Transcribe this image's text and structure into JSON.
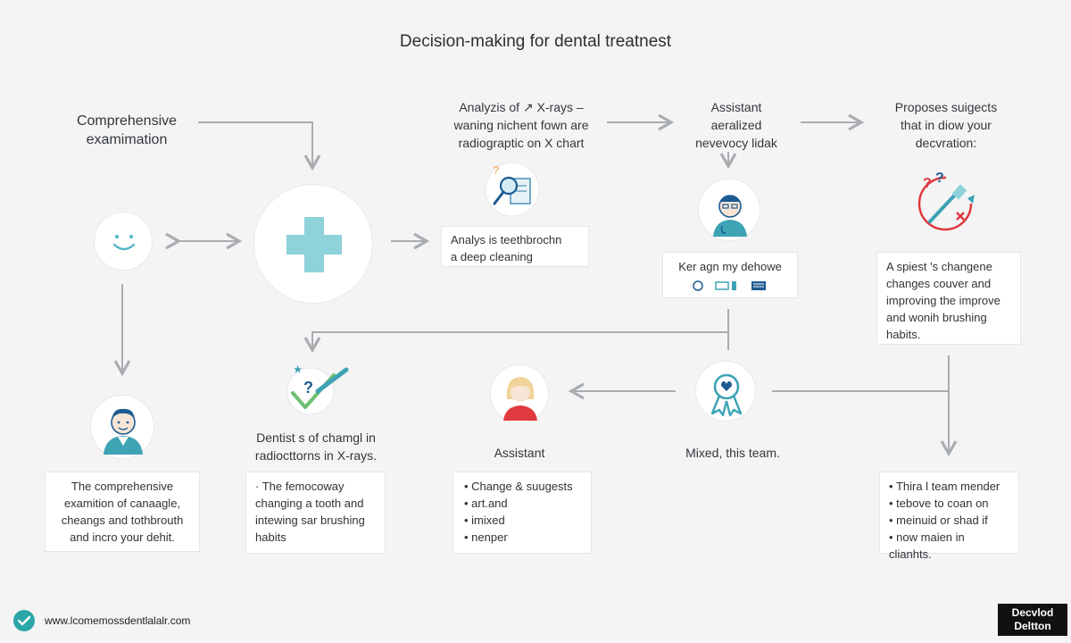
{
  "title": "Decision-making for dental treatnest",
  "nodes": {
    "exam_label": [
      "Comprehensive",
      "examimation"
    ],
    "xray_label": [
      "Analyzis of ↗ X-rays –",
      "waning nichent fown are",
      "radiograptic on X chart"
    ],
    "xray_box": [
      "Analys is teethbrochn",
      "a deep cleaning"
    ],
    "assistant_top_label": [
      "Assistant",
      "aeralized",
      "nevevocy lidak"
    ],
    "assistant_box": "Ker agn my dehowe",
    "proposes_label": [
      "Proposes suigects",
      "that in diow your",
      "decvration:"
    ],
    "proposes_box": [
      "A spiest 's changene",
      "changes couver and",
      "improving the improve",
      "and wonih brushing",
      "habits."
    ],
    "exam_box": [
      "The comprehensive",
      "examition of canaagle,",
      "cheangs and tothbrouth",
      "and incro your dehit."
    ],
    "dentist_label": [
      "Dentist s of chamgl in",
      "radiocttorns in X-rays."
    ],
    "dentist_box": [
      "· The femocoway",
      "changing a tooth and",
      "intewing sar brushing",
      "habits"
    ],
    "assistant_mid_label": "Assistant",
    "assistant_mid_box": [
      "Change & suugests",
      "art.and",
      "imixed",
      "nenper"
    ],
    "team_label": "Mixed, this team.",
    "team_box": [
      "Thira l team mender",
      "tebove to coan on",
      "meinuid or shad if",
      "now maien in clianhts."
    ]
  },
  "icons": {
    "smile": "smile-icon",
    "cross": "medical-cross-icon",
    "xray": "magnifier-xray-icon",
    "assistant": "assistant-avatar-icon",
    "toothbrush": "toothbrush-icon",
    "dentist": "dentist-avatar-icon",
    "checkbrush": "check-toothbrush-icon",
    "woman": "woman-avatar-icon",
    "ribbon": "ribbon-icon",
    "footer_check": "check-circle-icon"
  },
  "footer": {
    "url": "www.lcomemossdentlalalr.com",
    "badge": [
      "Decvlod",
      "Deltton"
    ]
  },
  "colors": {
    "accent_teal": "#4fb6c7",
    "teal_light": "#8ed2da",
    "red": "#e0393e",
    "arrow_gray": "#a9adb1",
    "navy": "#1d5b92"
  }
}
